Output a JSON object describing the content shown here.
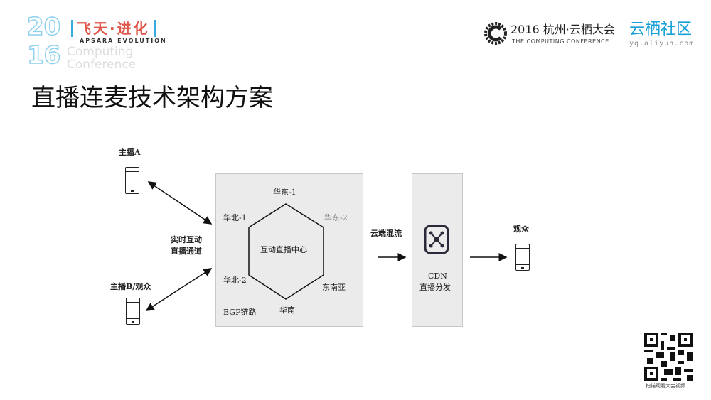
{
  "logo_left": {
    "year_top": "20",
    "year_bottom": "16",
    "title_cn": "飞天·进化",
    "subtitle": "APSARA EVOLUTION",
    "faded_text_1": "Computing",
    "faded_text_2": "Conference"
  },
  "logo_right": {
    "title": "2016 杭州·云栖大会",
    "subtitle": "THE COMPUTING CONFERENCE",
    "community": "云栖社区",
    "url": "yq.aliyun.com"
  },
  "slide_title": "直播连麦技术架构方案",
  "diagram": {
    "anchor_a": "主播A",
    "anchor_b": "主播B/观众",
    "channel_label": [
      "实时互动",
      "直播通道"
    ],
    "center": "互动直播中心",
    "nodes": {
      "east1": "华东-1",
      "east2": "华东-2",
      "north1": "华北-1",
      "north2": "华北-2",
      "south": "华南",
      "sea": "东南亚"
    },
    "bgp": "BGP链路",
    "mix_label": "云端混流",
    "cdn_line1": "CDN",
    "cdn_line2": "直播分发",
    "audience": "观众"
  },
  "qr_caption": "扫描观看大会视频",
  "colors": {
    "box_fill": "#ebebeb",
    "community_blue": "#1aa0d8"
  }
}
